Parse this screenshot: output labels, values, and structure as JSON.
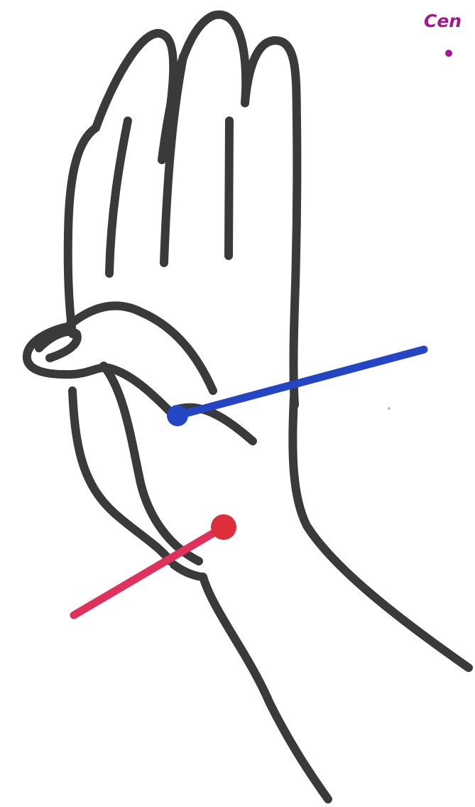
{
  "heading": {
    "text": "Cen",
    "color": "#a2188f"
  },
  "bullet": {
    "color": "#a2188f"
  },
  "markers": [
    {
      "name": "blue-pointer",
      "color": "#2445c4"
    },
    {
      "name": "red-pointer",
      "color": "#e0305c",
      "dot_color": "#dd2f3a"
    }
  ],
  "outline_color": "#3a3a3a"
}
